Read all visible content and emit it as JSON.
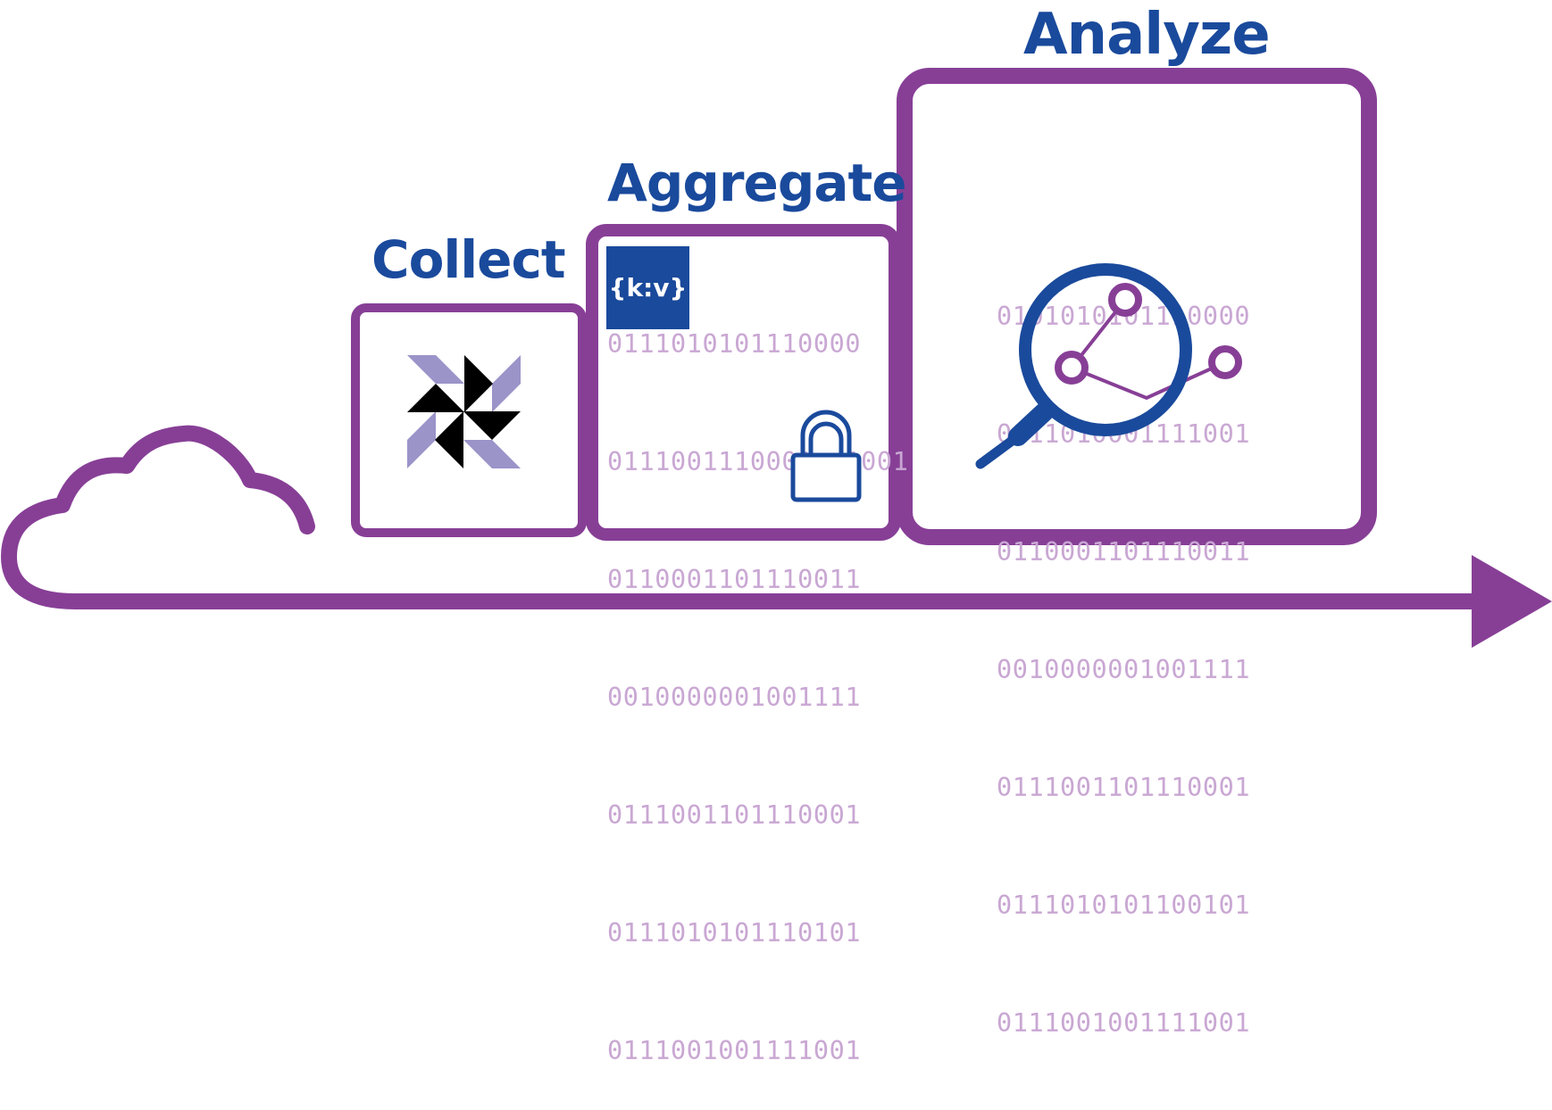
{
  "stages": {
    "collect": {
      "title": "Collect"
    },
    "aggregate": {
      "title": "Aggregate",
      "badge": "{k:v}",
      "binary_rows": [
        "0111010101110000",
        "0111001110001111001",
        "0110001101110011",
        "0010000001001111",
        "0111001101110001",
        "0111010101110101",
        "0111001001111001"
      ]
    },
    "analyze": {
      "title": "Analyze",
      "binary_rows": [
        "0101010101110000",
        "0111010001111001",
        "0110001101110011",
        "0010000001001111",
        "0111001101110001",
        "0111010101100101",
        "0111001001111001"
      ]
    }
  },
  "colors": {
    "purple": "#873f96",
    "blue": "#1a4a9c",
    "binary_text": "#c9a7d3",
    "logo_dark": "#000000",
    "logo_light": "#9a94c9"
  },
  "icons": [
    "cloud-icon",
    "data-collector-logo-icon",
    "key-value-badge-icon",
    "lock-icon",
    "magnifying-glass-icon",
    "graph-nodes-icon",
    "arrow-head-icon"
  ]
}
